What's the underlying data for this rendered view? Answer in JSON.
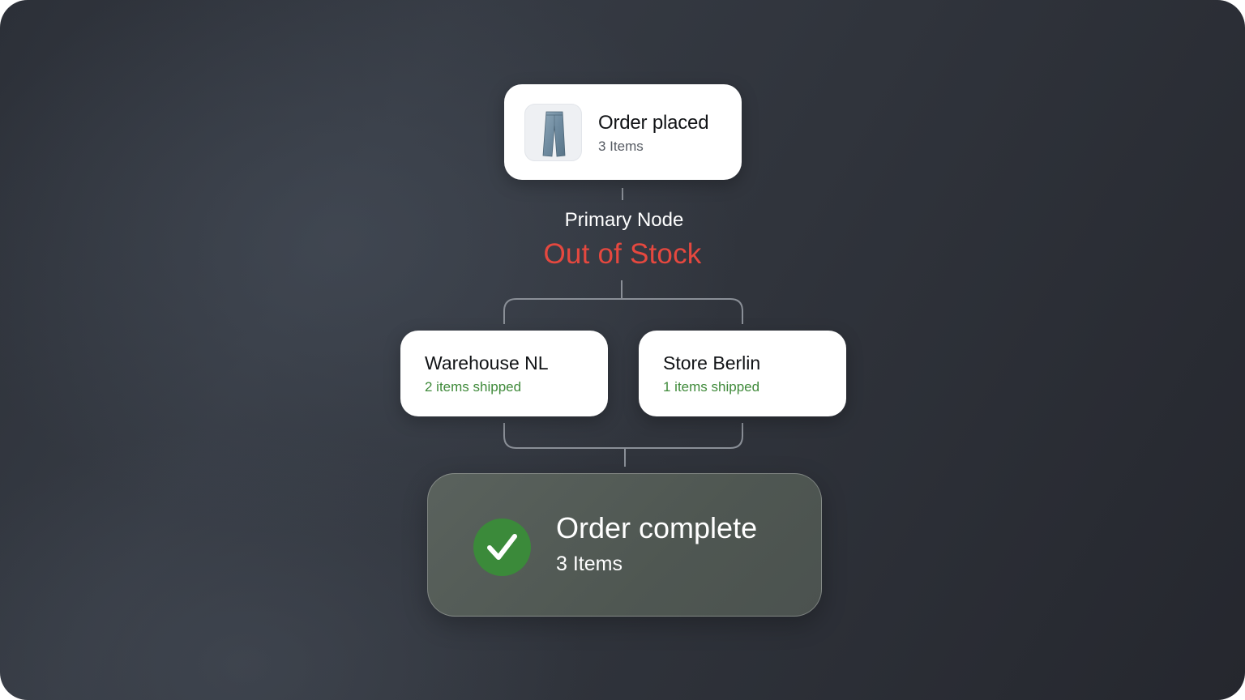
{
  "order": {
    "title": "Order placed",
    "items": "3 Items",
    "thumbnail_icon": "jeans-icon"
  },
  "primary_node": {
    "label": "Primary Node",
    "status": "Out of Stock",
    "status_color": "#e5483f"
  },
  "fulfillment_nodes": [
    {
      "title": "Warehouse NL",
      "status": "2 items shipped"
    },
    {
      "title": "Store Berlin",
      "status": "1 items shipped"
    }
  ],
  "complete": {
    "title": "Order complete",
    "items": "3 Items",
    "icon": "check-icon",
    "icon_color": "#3b8a3a"
  },
  "colors": {
    "shipped_text": "#3f8a3a",
    "connector": "#8a8f97"
  }
}
